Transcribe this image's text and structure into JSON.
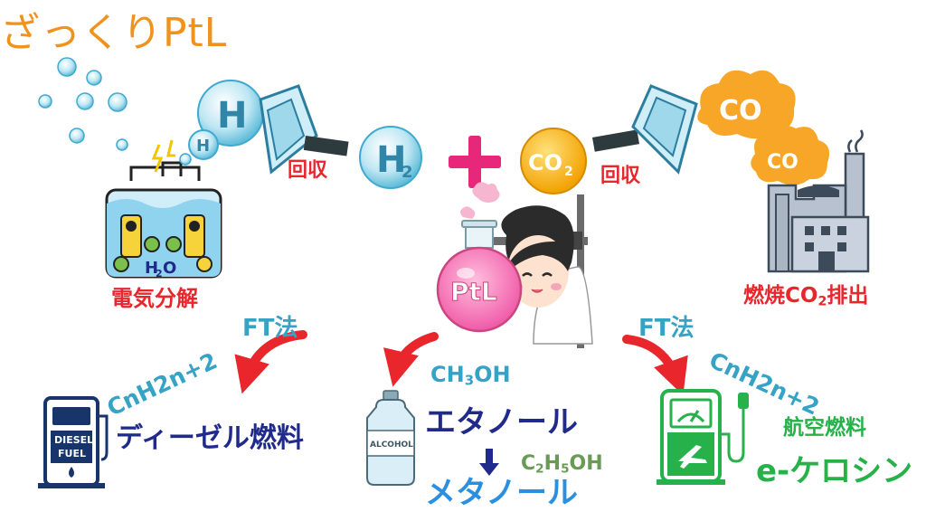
{
  "title": "ざっくりPtL",
  "capture_left": "回収",
  "capture_right": "回収",
  "h2_symbol": "H",
  "h2_subscript": "2",
  "co2_main": "CO",
  "co2_sub": "2",
  "plus": "+",
  "bubble_h2_big": "H",
  "bubble_h2_small": "H",
  "bubble_co2_a": "CO",
  "bubble_co2_b": "CO",
  "electrolysis_label": "電気分解",
  "water_formula_h": "H",
  "water_formula_sub": "2",
  "water_formula_o": "O",
  "factory_label_a": "燃焼CO",
  "factory_label_sub": "2",
  "factory_label_b": "排出",
  "ptl_flask": "PtL",
  "ft_left": "FT法",
  "ft_right": "FT法",
  "formula_left": "CnH2n+2",
  "formula_right": "CnH2n+2",
  "diesel_label": "ディーゼル燃料",
  "diesel_pump_text_1": "DIESEL",
  "diesel_pump_text_2": "FUEL",
  "alcohol_bottle_text": "ALCOHOL",
  "ch3oh_a": "CH",
  "ch3oh_sub": "3",
  "ch3oh_b": "OH",
  "ethanol": "エタノール",
  "methanol": "メタノール",
  "c2h5oh_a": "C",
  "c2h5oh_sub1": "2",
  "c2h5oh_b": "H",
  "c2h5oh_sub2": "5",
  "c2h5oh_c": "OH",
  "aviation_fuel": "航空燃料",
  "ekerosene": "e-ケロシン",
  "colors": {
    "title": "#f0921e",
    "capture": "#e8262c",
    "plus": "#e7287a",
    "teal": "#35a3c6",
    "navy": "#1f2a8a",
    "green": "#27b14a",
    "arrow": "#e8262c"
  }
}
